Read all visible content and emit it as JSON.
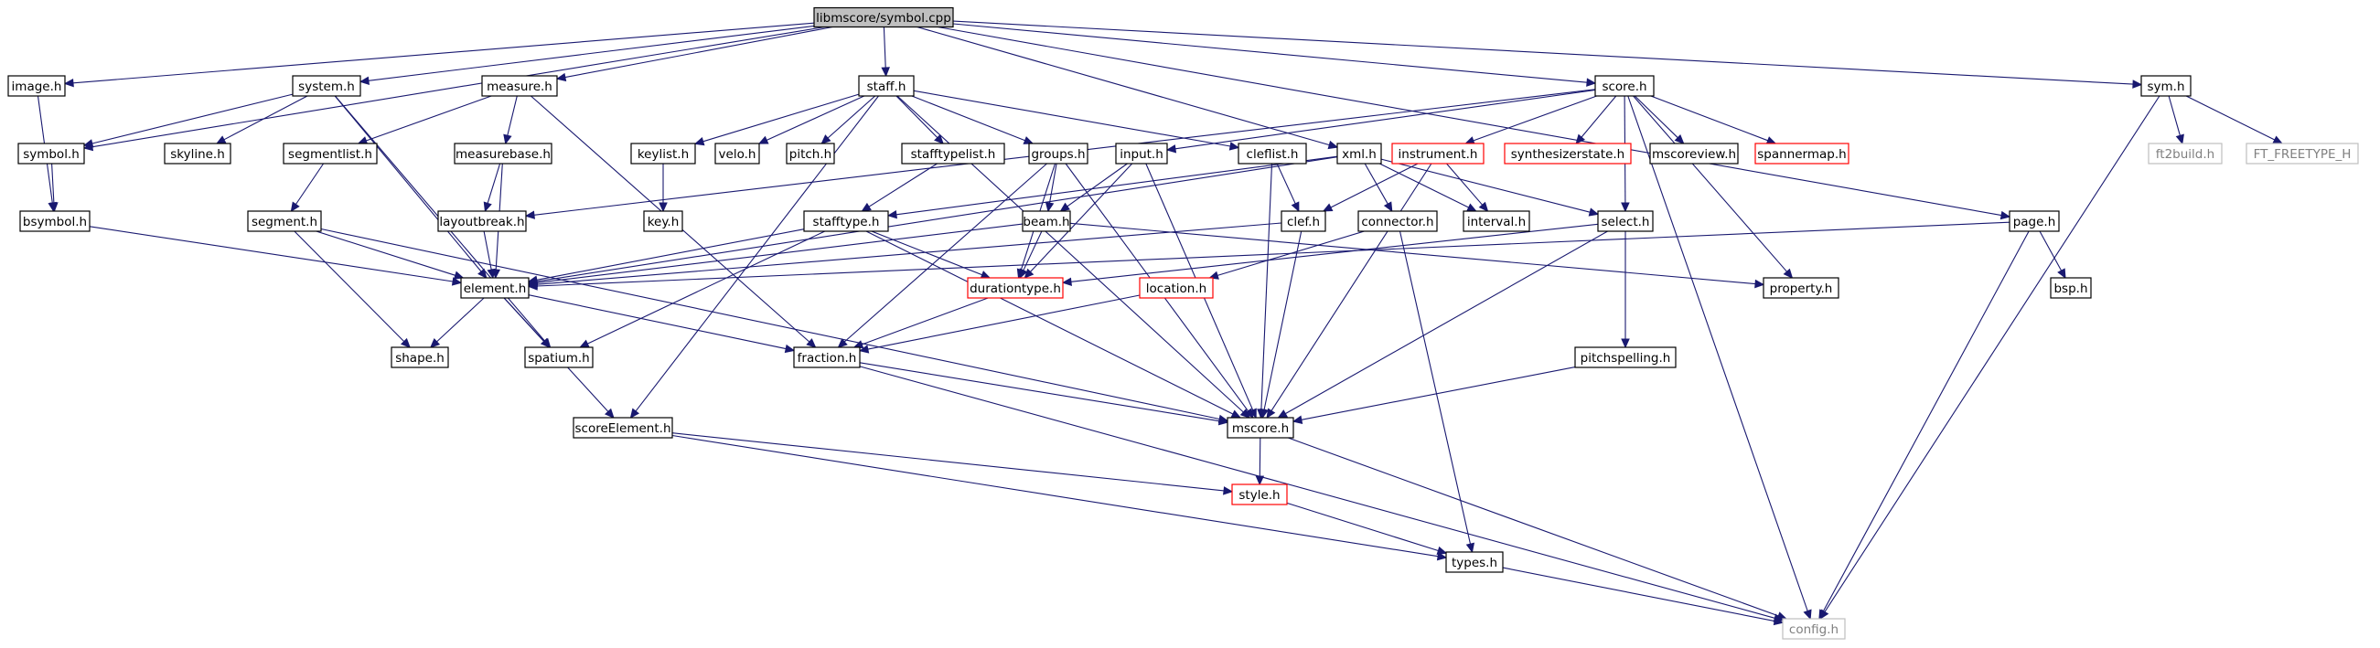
{
  "graph": {
    "title": "libmscore/symbol.cpp",
    "colors": {
      "edge": "#191970",
      "node_border": "#000000",
      "node_border_incomplete": "#ff0000",
      "node_border_external": "#bfbfbf",
      "root_fill": "#bfbfbf",
      "node_fill": "#ffffff",
      "external_text": "#808080"
    },
    "nodes": [
      {
        "id": "root",
        "label": "libmscore/symbol.cpp",
        "kind": "root"
      },
      {
        "id": "image",
        "label": "image.h",
        "kind": "normal"
      },
      {
        "id": "system",
        "label": "system.h",
        "kind": "normal"
      },
      {
        "id": "measure",
        "label": "measure.h",
        "kind": "normal"
      },
      {
        "id": "staff",
        "label": "staff.h",
        "kind": "normal"
      },
      {
        "id": "score",
        "label": "score.h",
        "kind": "normal"
      },
      {
        "id": "sym",
        "label": "sym.h",
        "kind": "normal"
      },
      {
        "id": "symbol",
        "label": "symbol.h",
        "kind": "normal"
      },
      {
        "id": "skyline",
        "label": "skyline.h",
        "kind": "normal"
      },
      {
        "id": "segmentlist",
        "label": "segmentlist.h",
        "kind": "normal"
      },
      {
        "id": "measurebase",
        "label": "measurebase.h",
        "kind": "normal"
      },
      {
        "id": "keylist",
        "label": "keylist.h",
        "kind": "normal"
      },
      {
        "id": "velo",
        "label": "velo.h",
        "kind": "normal"
      },
      {
        "id": "pitch",
        "label": "pitch.h",
        "kind": "normal"
      },
      {
        "id": "stafftypelist",
        "label": "stafftypelist.h",
        "kind": "normal"
      },
      {
        "id": "groups",
        "label": "groups.h",
        "kind": "normal"
      },
      {
        "id": "input",
        "label": "input.h",
        "kind": "normal"
      },
      {
        "id": "cleflist",
        "label": "cleflist.h",
        "kind": "normal"
      },
      {
        "id": "xml",
        "label": "xml.h",
        "kind": "normal"
      },
      {
        "id": "instrument",
        "label": "instrument.h",
        "kind": "incomplete"
      },
      {
        "id": "synthesizerstate",
        "label": "synthesizerstate.h",
        "kind": "incomplete"
      },
      {
        "id": "mscoreview",
        "label": "mscoreview.h",
        "kind": "normal"
      },
      {
        "id": "spannermap",
        "label": "spannermap.h",
        "kind": "incomplete"
      },
      {
        "id": "ft2build",
        "label": "ft2build.h",
        "kind": "external"
      },
      {
        "id": "ftfreetype",
        "label": "FT_FREETYPE_H",
        "kind": "external"
      },
      {
        "id": "bsymbol",
        "label": "bsymbol.h",
        "kind": "normal"
      },
      {
        "id": "layoutbreak",
        "label": "layoutbreak.h",
        "kind": "normal"
      },
      {
        "id": "key",
        "label": "key.h",
        "kind": "normal"
      },
      {
        "id": "stafftype",
        "label": "stafftype.h",
        "kind": "normal"
      },
      {
        "id": "beam",
        "label": "beam.h",
        "kind": "normal"
      },
      {
        "id": "clef",
        "label": "clef.h",
        "kind": "normal"
      },
      {
        "id": "connector",
        "label": "connector.h",
        "kind": "normal"
      },
      {
        "id": "interval",
        "label": "interval.h",
        "kind": "normal"
      },
      {
        "id": "select",
        "label": "select.h",
        "kind": "normal"
      },
      {
        "id": "page",
        "label": "page.h",
        "kind": "normal"
      },
      {
        "id": "segment",
        "label": "segment.h",
        "kind": "normal"
      },
      {
        "id": "element",
        "label": "element.h",
        "kind": "normal"
      },
      {
        "id": "durationtype",
        "label": "durationtype.h",
        "kind": "incomplete"
      },
      {
        "id": "location",
        "label": "location.h",
        "kind": "incomplete"
      },
      {
        "id": "property",
        "label": "property.h",
        "kind": "normal"
      },
      {
        "id": "bsp",
        "label": "bsp.h",
        "kind": "normal"
      },
      {
        "id": "shape",
        "label": "shape.h",
        "kind": "normal"
      },
      {
        "id": "spatium",
        "label": "spatium.h",
        "kind": "normal"
      },
      {
        "id": "fraction",
        "label": "fraction.h",
        "kind": "normal"
      },
      {
        "id": "pitchspelling",
        "label": "pitchspelling.h",
        "kind": "normal"
      },
      {
        "id": "scoreElement",
        "label": "scoreElement.h",
        "kind": "normal"
      },
      {
        "id": "mscore",
        "label": "mscore.h",
        "kind": "normal"
      },
      {
        "id": "style",
        "label": "style.h",
        "kind": "incomplete"
      },
      {
        "id": "types",
        "label": "types.h",
        "kind": "normal"
      },
      {
        "id": "config",
        "label": "config.h",
        "kind": "external"
      }
    ],
    "edges": [
      [
        "root",
        "image"
      ],
      [
        "root",
        "system"
      ],
      [
        "root",
        "measure"
      ],
      [
        "root",
        "staff"
      ],
      [
        "root",
        "score"
      ],
      [
        "root",
        "sym"
      ],
      [
        "root",
        "symbol"
      ],
      [
        "root",
        "xml"
      ],
      [
        "root",
        "page"
      ],
      [
        "image",
        "bsymbol"
      ],
      [
        "system",
        "symbol"
      ],
      [
        "system",
        "skyline"
      ],
      [
        "system",
        "element"
      ],
      [
        "system",
        "spatium"
      ],
      [
        "measure",
        "segmentlist"
      ],
      [
        "measure",
        "measurebase"
      ],
      [
        "measure",
        "fraction"
      ],
      [
        "staff",
        "keylist"
      ],
      [
        "staff",
        "velo"
      ],
      [
        "staff",
        "pitch"
      ],
      [
        "staff",
        "stafftypelist"
      ],
      [
        "staff",
        "groups"
      ],
      [
        "staff",
        "cleflist"
      ],
      [
        "staff",
        "mscore"
      ],
      [
        "staff",
        "scoreElement"
      ],
      [
        "score",
        "input"
      ],
      [
        "score",
        "instrument"
      ],
      [
        "score",
        "synthesizerstate"
      ],
      [
        "score",
        "mscoreview"
      ],
      [
        "score",
        "spannermap"
      ],
      [
        "score",
        "select"
      ],
      [
        "score",
        "property"
      ],
      [
        "score",
        "config"
      ],
      [
        "score",
        "layoutbreak"
      ],
      [
        "sym",
        "ft2build"
      ],
      [
        "sym",
        "ftfreetype"
      ],
      [
        "sym",
        "config"
      ],
      [
        "symbol",
        "bsymbol"
      ],
      [
        "bsymbol",
        "element"
      ],
      [
        "segmentlist",
        "segment"
      ],
      [
        "segment",
        "element"
      ],
      [
        "segment",
        "shape"
      ],
      [
        "segment",
        "mscore"
      ],
      [
        "measurebase",
        "layoutbreak"
      ],
      [
        "measurebase",
        "element"
      ],
      [
        "layoutbreak",
        "element"
      ],
      [
        "keylist",
        "key"
      ],
      [
        "stafftypelist",
        "stafftype"
      ],
      [
        "stafftype",
        "element"
      ],
      [
        "stafftype",
        "spatium"
      ],
      [
        "stafftype",
        "durationtype"
      ],
      [
        "stafftype",
        "mscore"
      ],
      [
        "groups",
        "beam"
      ],
      [
        "groups",
        "durationtype"
      ],
      [
        "groups",
        "fraction"
      ],
      [
        "groups",
        "mscore"
      ],
      [
        "input",
        "beam"
      ],
      [
        "input",
        "durationtype"
      ],
      [
        "input",
        "mscore"
      ],
      [
        "beam",
        "element"
      ],
      [
        "beam",
        "durationtype"
      ],
      [
        "beam",
        "property"
      ],
      [
        "cleflist",
        "clef"
      ],
      [
        "cleflist",
        "mscore"
      ],
      [
        "xml",
        "stafftype"
      ],
      [
        "xml",
        "connector"
      ],
      [
        "xml",
        "interval"
      ],
      [
        "xml",
        "select"
      ],
      [
        "xml",
        "element"
      ],
      [
        "instrument",
        "interval"
      ],
      [
        "instrument",
        "clef"
      ],
      [
        "instrument",
        "mscore"
      ],
      [
        "clef",
        "element"
      ],
      [
        "clef",
        "mscore"
      ],
      [
        "connector",
        "location"
      ],
      [
        "connector",
        "types"
      ],
      [
        "select",
        "pitchspelling"
      ],
      [
        "select",
        "mscore"
      ],
      [
        "select",
        "durationtype"
      ],
      [
        "page",
        "bsp"
      ],
      [
        "page",
        "element"
      ],
      [
        "page",
        "config"
      ],
      [
        "element",
        "shape"
      ],
      [
        "element",
        "spatium"
      ],
      [
        "element",
        "fraction"
      ],
      [
        "element",
        "scoreElement"
      ],
      [
        "durationtype",
        "fraction"
      ],
      [
        "location",
        "fraction"
      ],
      [
        "fraction",
        "mscore"
      ],
      [
        "fraction",
        "config"
      ],
      [
        "pitchspelling",
        "mscore"
      ],
      [
        "scoreElement",
        "style"
      ],
      [
        "scoreElement",
        "types"
      ],
      [
        "mscore",
        "style"
      ],
      [
        "mscore",
        "config"
      ],
      [
        "style",
        "types"
      ],
      [
        "types",
        "config"
      ]
    ]
  }
}
